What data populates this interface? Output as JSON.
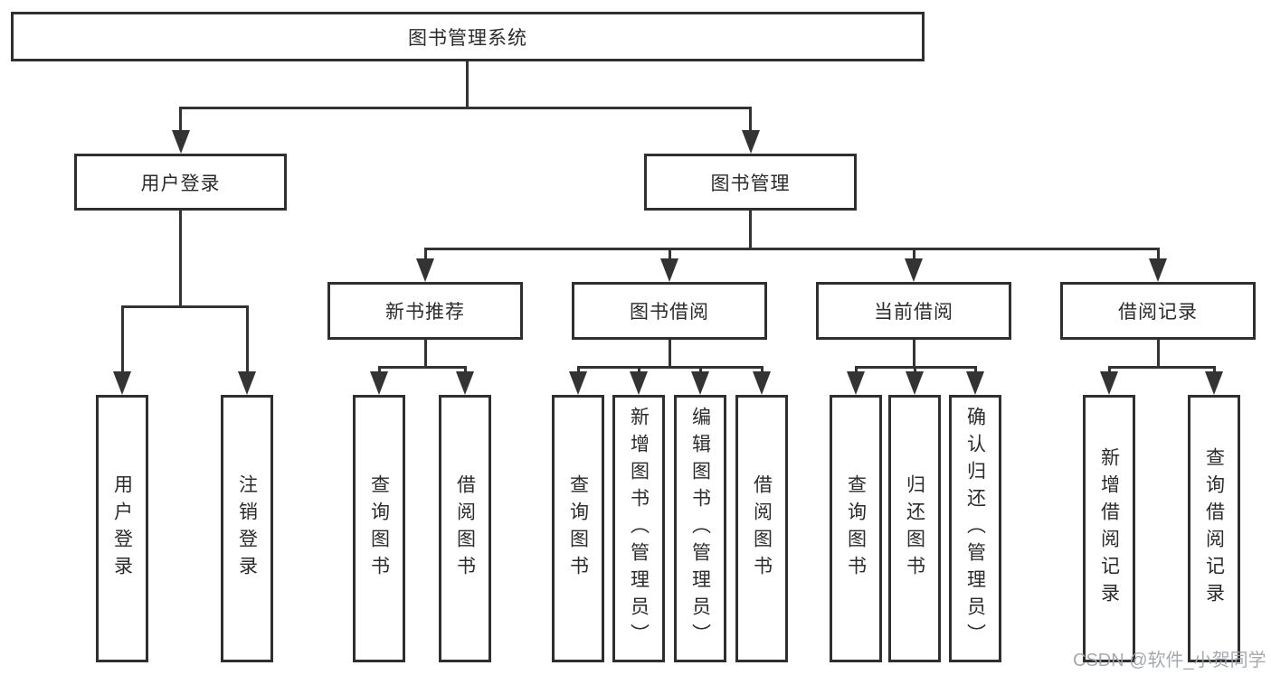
{
  "colors": {
    "line": "#333333",
    "box_border": "#2f2f2f",
    "text": "#2b2b2b",
    "background": "#ffffff",
    "watermark": "#9ea2a8"
  },
  "watermark": {
    "text": "CSDN @软件_小贺同学"
  },
  "tree": {
    "root": {
      "label": "图书管理系统"
    },
    "level2": [
      {
        "label": "用户登录"
      },
      {
        "label": "图书管理"
      }
    ],
    "level3": [
      {
        "label": "新书推荐"
      },
      {
        "label": "图书借阅"
      },
      {
        "label": "当前借阅"
      },
      {
        "label": "借阅记录"
      }
    ],
    "leaves": {
      "user_login": [
        {
          "label": "用户登录"
        },
        {
          "label": "注销登录"
        }
      ],
      "new_book_recommend": [
        {
          "label": "查询图书"
        },
        {
          "label": "借阅图书"
        }
      ],
      "book_borrow": [
        {
          "label": "查询图书"
        },
        {
          "label": "新增图书（管理员）"
        },
        {
          "label": "编辑图书（管理员）"
        },
        {
          "label": "借阅图书"
        }
      ],
      "current_borrow": [
        {
          "label": "查询图书"
        },
        {
          "label": "归还图书"
        },
        {
          "label": "确认归还（管理员）"
        }
      ],
      "borrow_records": [
        {
          "label": "新增借阅记录"
        },
        {
          "label": "查询借阅记录"
        }
      ]
    }
  }
}
